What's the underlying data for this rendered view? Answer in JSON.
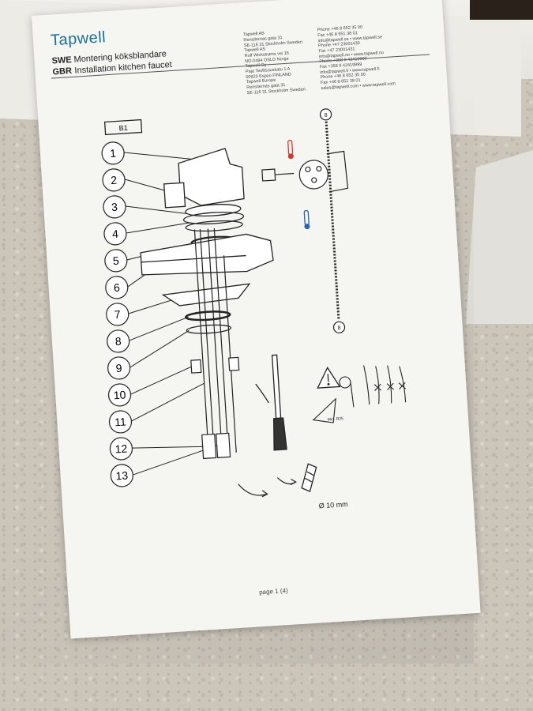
{
  "brand": {
    "name": "Tapwell"
  },
  "header": {
    "lines": [
      {
        "lang": "SWE",
        "title": "Montering köksblandare"
      },
      {
        "lang": "GBR",
        "title": "Installation kitchen faucet"
      }
    ],
    "addresses": [
      "Tapwell AB\nRenstiernas gata 31\nSE-116 31 Stockholm Sweden",
      "Tapwell AS\nRolf Wickstrøms vei 15\nNO-0484 OSLO Norge",
      "Tapwell Oy\nPaja Teollisuuskatu 1 A\n00920 Espoo FINLAND",
      "Tapwell Europe\nRenstiernas gata 31\nSE-116 31 Stockholm Sweden"
    ],
    "phones": [
      "Phone +46 8 652 35 00\nFax +46 8 651 38 01\ninfo@tapwell.se • www.tapwell.se",
      "Phone +47 23001430\nFax +47 23001431\ninfo@tapwell.no • www.tapwell.no",
      "Phone +358 9 42419900\nFax +358 9 42419999\ninfo@tapwell.fi • www.tapwell.fi",
      "Phone +46 8 652 35 00\nFax +46 8 651 38 01\nsales@tapwell.com • www.tapwell.com"
    ]
  },
  "diagram": {
    "section_label": "B1",
    "part_numbers": [
      "1",
      "2",
      "3",
      "4",
      "5",
      "6",
      "7",
      "8",
      "9",
      "10",
      "11",
      "12",
      "13"
    ],
    "hose_marker": "8",
    "bend_radius_label": "Min. R25",
    "drill_label": "Ø 10 mm"
  },
  "footer": {
    "page": "page 1 (4)"
  },
  "colors": {
    "brand_blue": "#1f6f96",
    "hot_red": "#d23a2f",
    "cold_blue": "#2b5fb3",
    "line": "#222222"
  }
}
